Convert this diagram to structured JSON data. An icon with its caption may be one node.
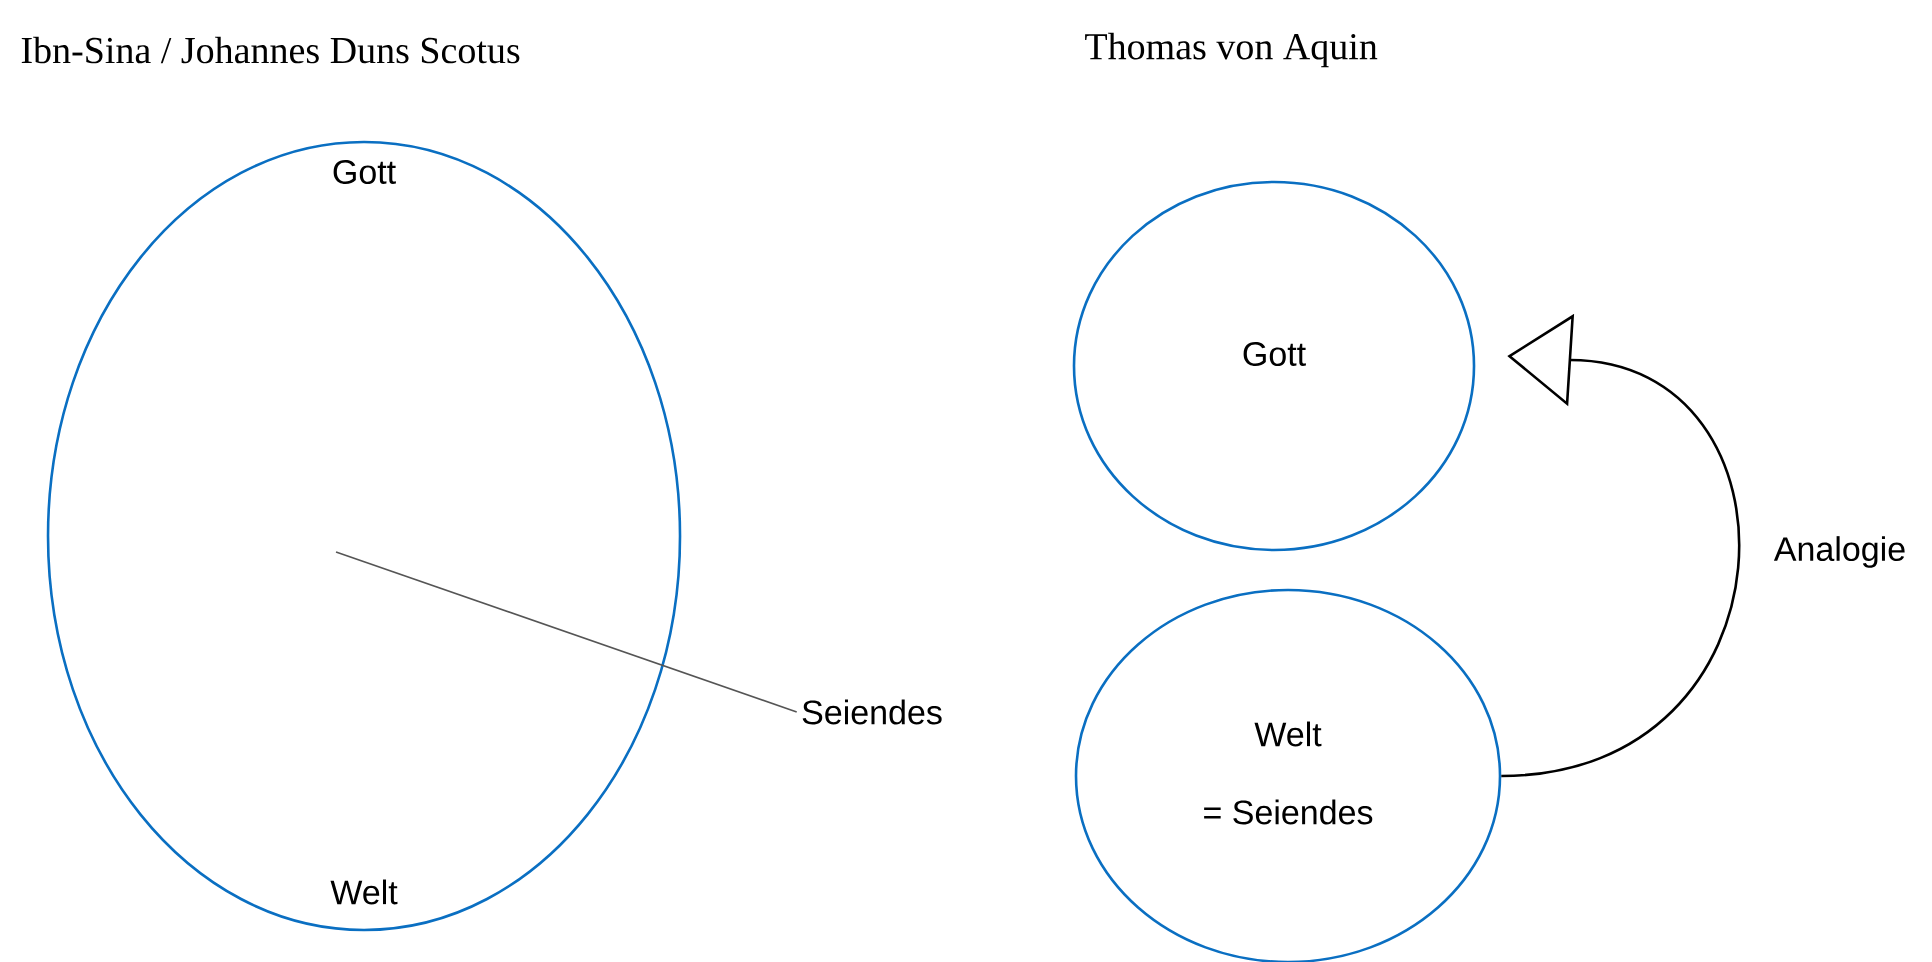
{
  "diagram": {
    "nodes": [
      {
        "text": [
          "Gott",
          "Welt"
        ]
      },
      {
        "text": [
          "Seiendes"
        ]
      },
      {
        "text": [
          "Gott"
        ]
      },
      {
        "text": [
          "Welt",
          "= Seiendes"
        ]
      }
    ],
    "edges": [
      {
        "from": 1,
        "to": 0,
        "arrow": "none",
        "color": "#555555"
      },
      {
        "from": 3,
        "to": 2,
        "arrow": "to",
        "label": "Analogie"
      }
    ],
    "labels": [
      "Ibn-Sina / Johannes Duns Scotus",
      "Thomas von Aquin"
    ]
  }
}
